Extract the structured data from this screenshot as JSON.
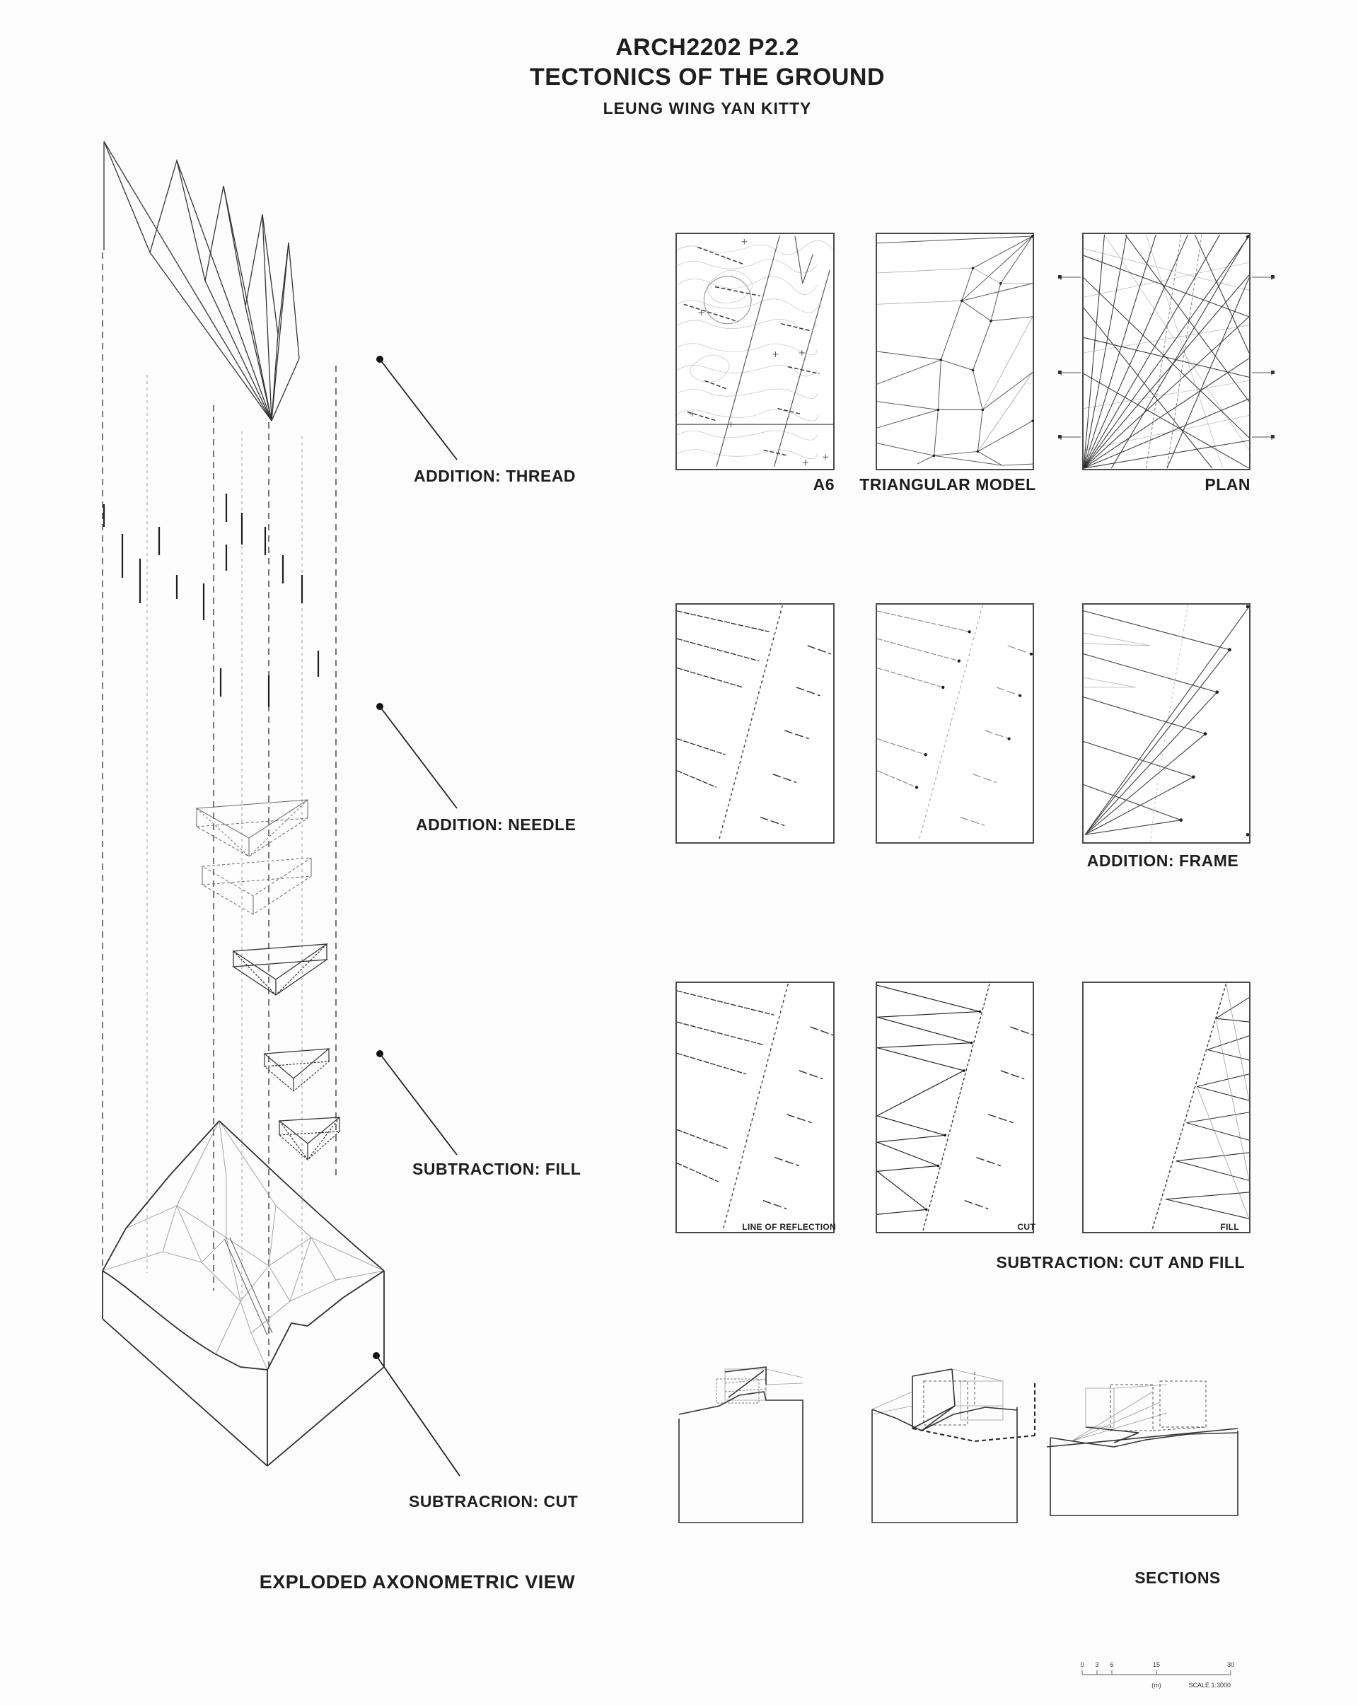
{
  "header": {
    "course": "ARCH2202 P2.2",
    "title": "TECTONICS OF THE GROUND",
    "author": "LEUNG WING YAN KITTY"
  },
  "axonometric": {
    "caption": "EXPLODED AXONOMETRIC VIEW",
    "callouts": [
      {
        "label": "ADDITION: THREAD"
      },
      {
        "label": "ADDITION: NEEDLE"
      },
      {
        "label": "SUBTRACTION: FILL"
      },
      {
        "label": "SUBTRACRION: CUT"
      }
    ]
  },
  "panels": {
    "row1_labels": {
      "a6": "A6",
      "triangular_model": "TRIANGULAR MODEL",
      "plan": "PLAN"
    },
    "row2_label": "ADDITION: FRAME",
    "row3_sublabels": {
      "line_of_reflection": "LINE OF REFLECTION",
      "cut": "CUT",
      "fill": "FILL"
    },
    "row3_label": "SUBTRACTION: CUT AND FILL",
    "row4_label": "SECTIONS"
  },
  "scalebar": {
    "ticks": [
      "0",
      "3",
      "6",
      "15",
      "30"
    ],
    "unit": "(m)",
    "scale_text": "SCALE 1:3000"
  }
}
